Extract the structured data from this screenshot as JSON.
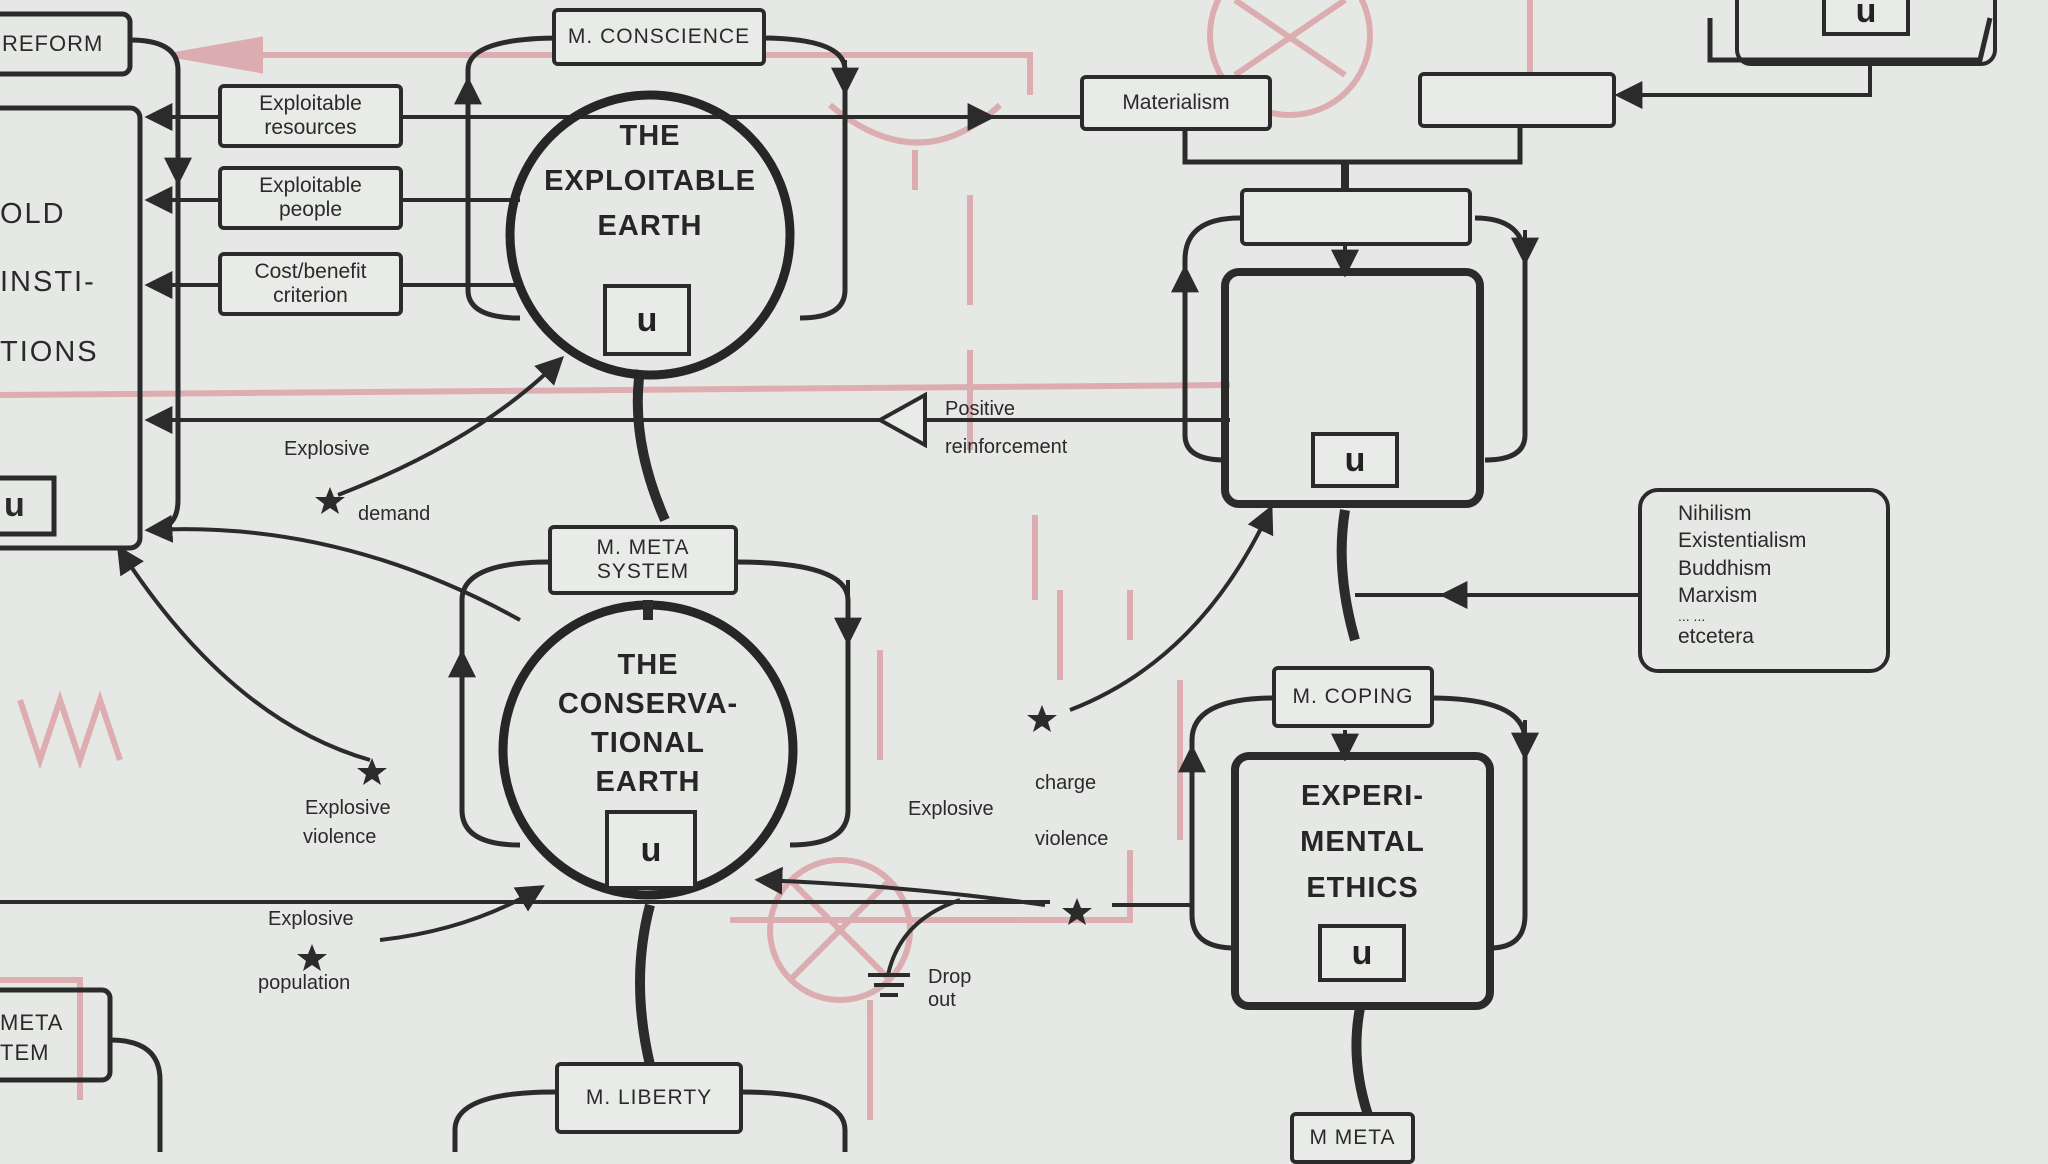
{
  "left_edge": {
    "reform": "REFORM",
    "old_fragment": "OLD",
    "insti_fragment": "INSTI-",
    "tions_fragment": "TIONS",
    "u": "u",
    "meta_fragment": "META",
    "tem_fragment": "TEM"
  },
  "boxes": {
    "m_conscience": "M. CONSCIENCE",
    "exploitable_resources": "Exploitable\nresources",
    "exploitable_people": "Exploitable\npeople",
    "cost_benefit": "Cost/benefit\ncriterion",
    "materialism": "Materialism",
    "m_meta_system": "M. META\nSYSTEM",
    "m_coping": "M. COPING",
    "m_liberty": "M. LIBERTY",
    "m_meta_bottom": "M META"
  },
  "nodes": {
    "exploitable_earth": {
      "title": "THE\nEXPLOITABLE\nEARTH",
      "u": "u"
    },
    "conservational_earth": {
      "title": "THE\nCONSERVA-\nTIONAL\nEARTH",
      "u": "u"
    },
    "top_right_square": {
      "u": "u"
    },
    "experimental_ethics": {
      "title": "EXPERI-\nMENTAL\nETHICS",
      "u": "u"
    },
    "top_right_corner": {
      "u": "u"
    }
  },
  "labels": {
    "explosive_demand_1": "Explosive",
    "explosive_demand_2": "demand",
    "explosive_violence_1": "Explosive",
    "explosive_violence_2": "violence",
    "explosive_population_1": "Explosive",
    "explosive_population_2": "population",
    "positive_reinforcement": "Positive\nreinforcement",
    "explosive_right": "Explosive",
    "charge": "charge",
    "violence_right": "violence",
    "drop_out": "Drop\nout"
  },
  "philosophies": [
    "Nihilism",
    "Existentialism",
    "Buddhism",
    "Marxism",
    "... ...",
    "etcetera"
  ]
}
